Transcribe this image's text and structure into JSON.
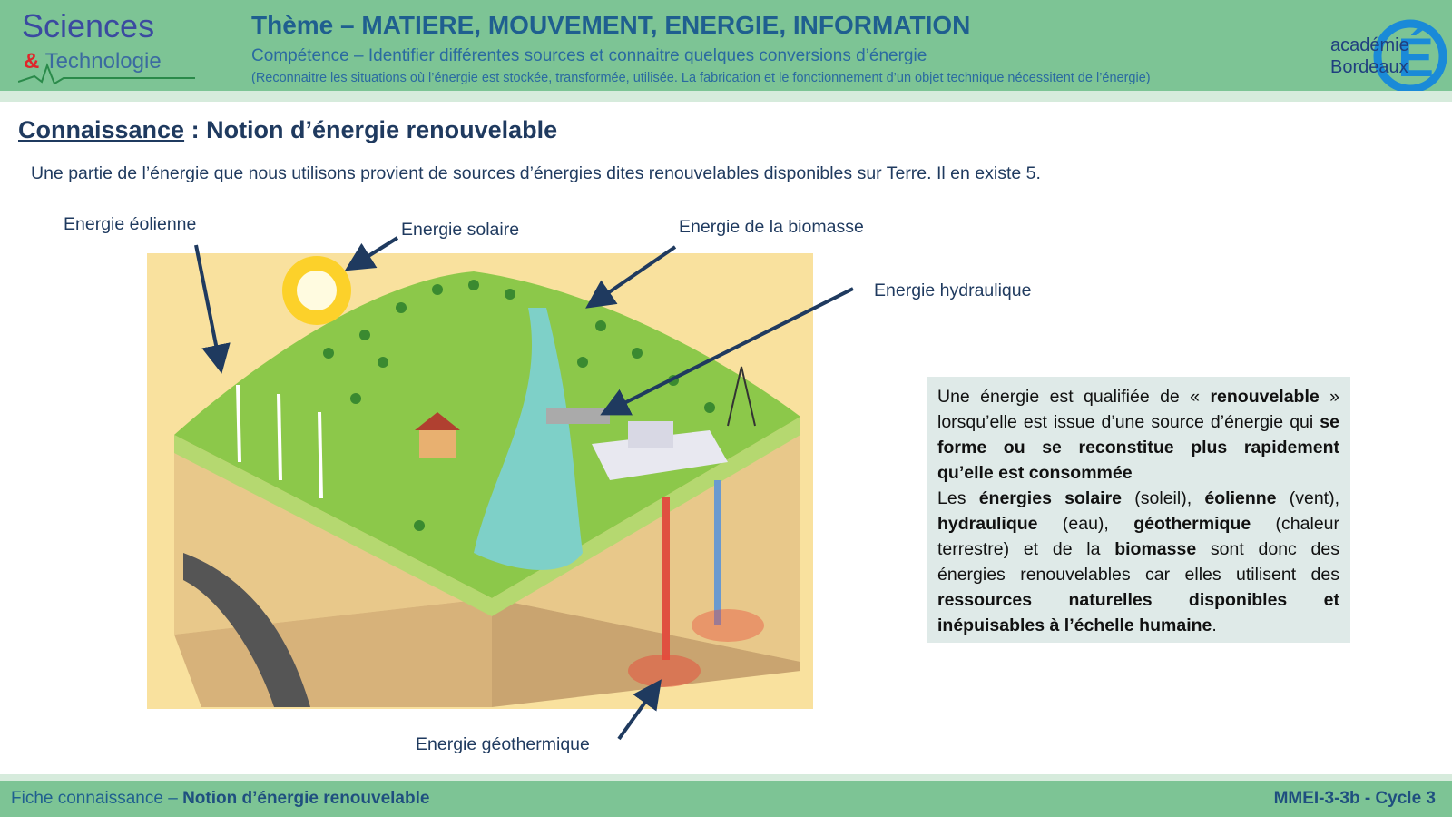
{
  "header": {
    "logo": {
      "line1": "Sciences",
      "amp": "&",
      "line2": "Technologie"
    },
    "theme": "Thème – MATIERE, MOUVEMENT, ENERGIE, INFORMATION",
    "competence": "Compétence – Identifier différentes sources et connaitre quelques conversions d’énergie",
    "subtitle": "(Reconnaitre les situations où l’énergie est stockée, transformée, utilisée. La fabrication et le fonctionnement d’un objet technique nécessitent de l’énergie)",
    "academy_logo": {
      "line1": "académie",
      "line2": "Bordeaux",
      "letter": "É"
    }
  },
  "main": {
    "title_prefix": "Connaissance",
    "title": " : Notion d’énergie renouvelable",
    "intro": "Une partie de l’énergie que nous utilisons provient de sources d’énergies dites renouvelables disponibles sur Terre.  Il en existe 5.",
    "labels": {
      "eolienne": "Energie éolienne",
      "solaire": "Energie solaire",
      "biomasse": "Energie de la biomasse",
      "hydraulique": "Energie hydraulique",
      "geothermique": "Energie géothermique"
    },
    "callout": {
      "p1a": "Une énergie est qualifiée de « ",
      "p1b": "renouvelable",
      "p1c": " » lorsqu’elle est issue d’une source d’énergie qui ",
      "p1d": "se forme ou se reconstitue plus rapidement qu’elle est consommée",
      "p2a": "Les ",
      "p2b": "énergies solaire",
      "p2c": " (soleil), ",
      "p2d": "éolienne",
      "p2e": " (vent), ",
      "p2f": "hydraulique",
      "p2g": " (eau), ",
      "p2h": "géothermique",
      "p2i": " (chaleur terrestre) et de la ",
      "p2j": "biomasse",
      "p2k": " sont donc des énergies renouvelables car elles utilisent des ",
      "p2l": "ressources naturelles disponibles et inépuisables à l’échelle humaine",
      "p2m": "."
    }
  },
  "footer": {
    "left_prefix": "Fiche connaissance – ",
    "left_title": "Notion d’énergie renouvelable",
    "right": "MMEI-3-3b - Cycle 3"
  },
  "colors": {
    "header_green": "#7dc495",
    "strip": "#d6ebdc",
    "text_navy": "#1f3a5f",
    "callout_bg": "#dfeae8"
  }
}
